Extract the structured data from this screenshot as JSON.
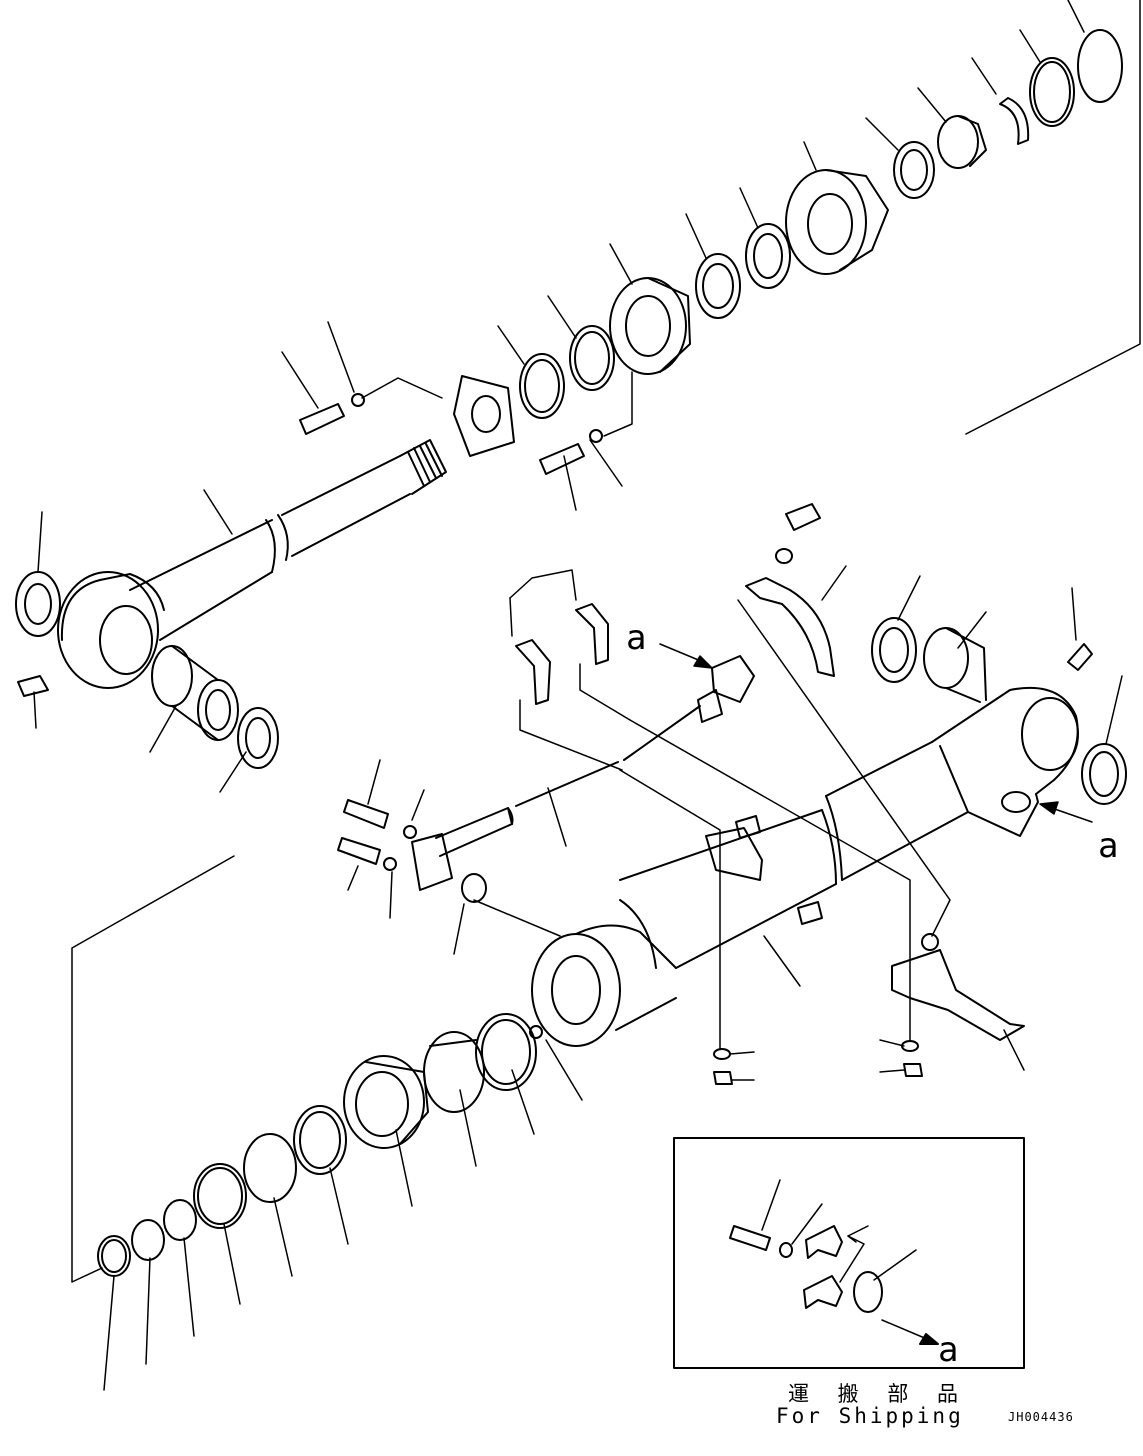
{
  "callouts": {
    "a_top": "a",
    "a_right": "a",
    "a_inset": "a"
  },
  "inset": {
    "title_jp": "運 搬 部 品",
    "title_en": "For Shipping"
  },
  "drawing_number": "JH004436",
  "colors": {
    "line": "#000000",
    "background": "#ffffff"
  }
}
